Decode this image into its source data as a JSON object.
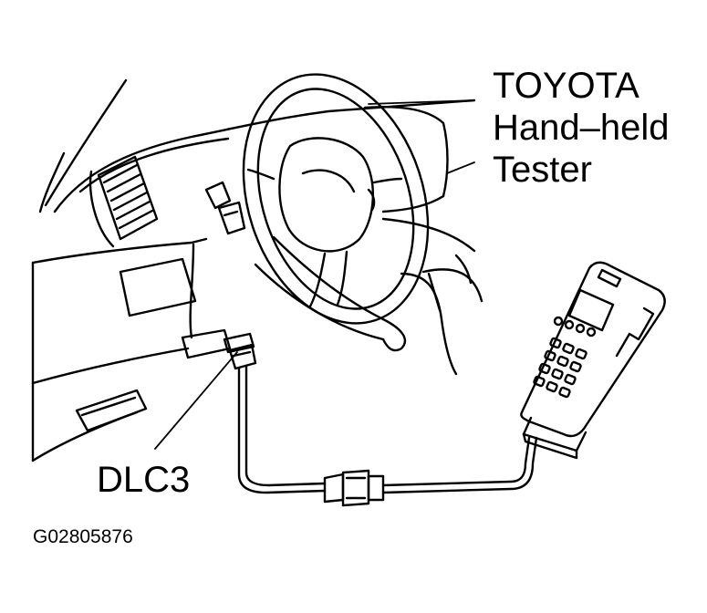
{
  "callouts": {
    "tester_line1": "TOYOTA",
    "tester_line2": "Hand–held",
    "tester_line3": "Tester",
    "connector": "DLC3"
  },
  "figure_code": "G02805876",
  "colors": {
    "ink": "#000000",
    "paper": "#ffffff"
  }
}
